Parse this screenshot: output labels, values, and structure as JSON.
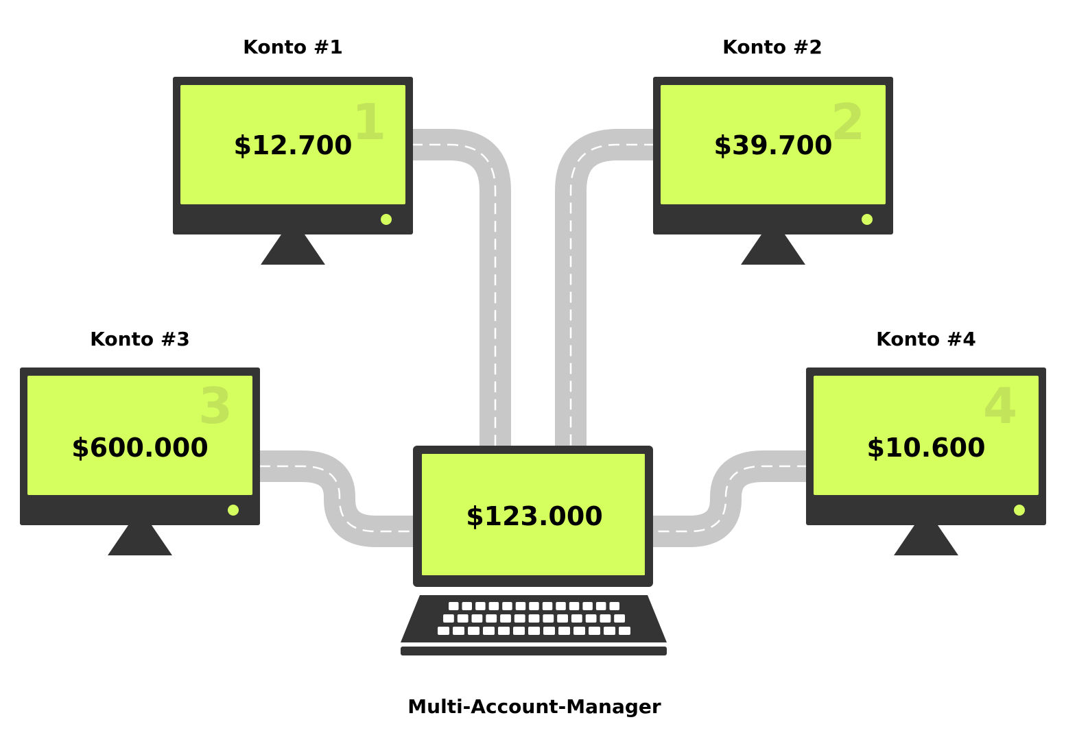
{
  "diagram": {
    "colors": {
      "background": "#ffffff",
      "screen": "#d4ff5e",
      "frame": "#343434",
      "road": "#c8c8c8",
      "road_dash": "#ffffff",
      "power_led": "#d4ff5e",
      "watermark_number": "#c2e45a",
      "text": "#000000"
    },
    "accounts": [
      {
        "title": "Konto #1",
        "amount": "$12.700",
        "number": "1"
      },
      {
        "title": "Konto #2",
        "amount": "$39.700",
        "number": "2"
      },
      {
        "title": "Konto #3",
        "amount": "$600.000",
        "number": "3"
      },
      {
        "title": "Konto #4",
        "amount": "$10.600",
        "number": "4"
      }
    ],
    "manager": {
      "amount": "$123.000",
      "caption": "Multi-Account-Manager"
    }
  }
}
